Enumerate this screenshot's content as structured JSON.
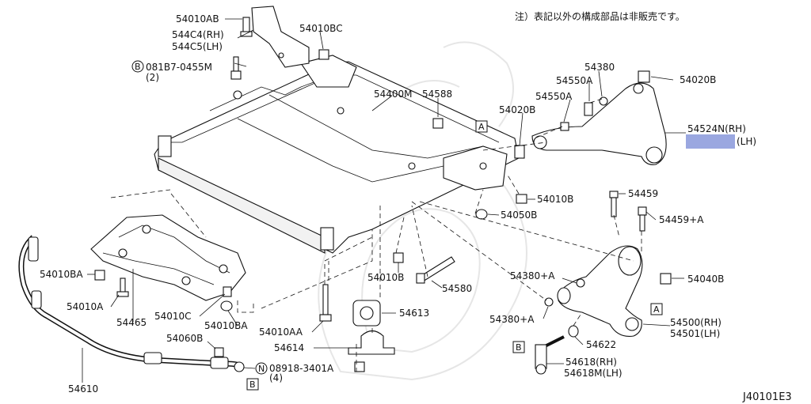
{
  "note": "注）表記以外の構成部品は非販売です。",
  "figure_id": "J40101E3",
  "highlight_color": "#9aa7e0",
  "callouts": {
    "c54010AB": "54010AB",
    "c544C4": "544C4(RH)",
    "c544C5": "544C5(LH)",
    "c081B7": "081B7-0455M",
    "c081B7_qty": "(2)",
    "c54010BC": "54010BC",
    "c54400M": "54400M",
    "c54588": "54588",
    "c54020B_a": "54020B",
    "c54380": "54380",
    "c54550A_1": "54550A",
    "c54550A_2": "54550A",
    "c54020B_b": "54020B",
    "c54524N": "54524N(RH)",
    "c54524N_lh": "(LH)",
    "c54010B": "54010B",
    "c54050B": "54050B",
    "c54459": "54459",
    "c54459A": "54459+A",
    "c54010BA_l": "54010BA",
    "c54010A": "54010A",
    "c54465": "54465",
    "c54010C": "54010C",
    "c54010BA_r": "54010BA",
    "c54010B_2": "54010B",
    "c54580": "54580",
    "c54380A_1": "54380+A",
    "c54040B": "54040B",
    "c54613": "54613",
    "c54010AA": "54010AA",
    "c54380A_2": "54380+A",
    "c54500": "54500(RH)",
    "c54501": "54501(LH)",
    "c54060B": "54060B",
    "c54614": "54614",
    "c54622": "54622",
    "c08918": "08918-3401A",
    "c08918_qty": "(4)",
    "c54618": "54618(RH)",
    "c54618M": "54618M(LH)",
    "c54610": "54610"
  },
  "circled_prefixes": {
    "b": "B",
    "n": "N"
  },
  "ref_markers": {
    "A1": "A",
    "A2": "A",
    "B1": "B",
    "B2": "B"
  }
}
